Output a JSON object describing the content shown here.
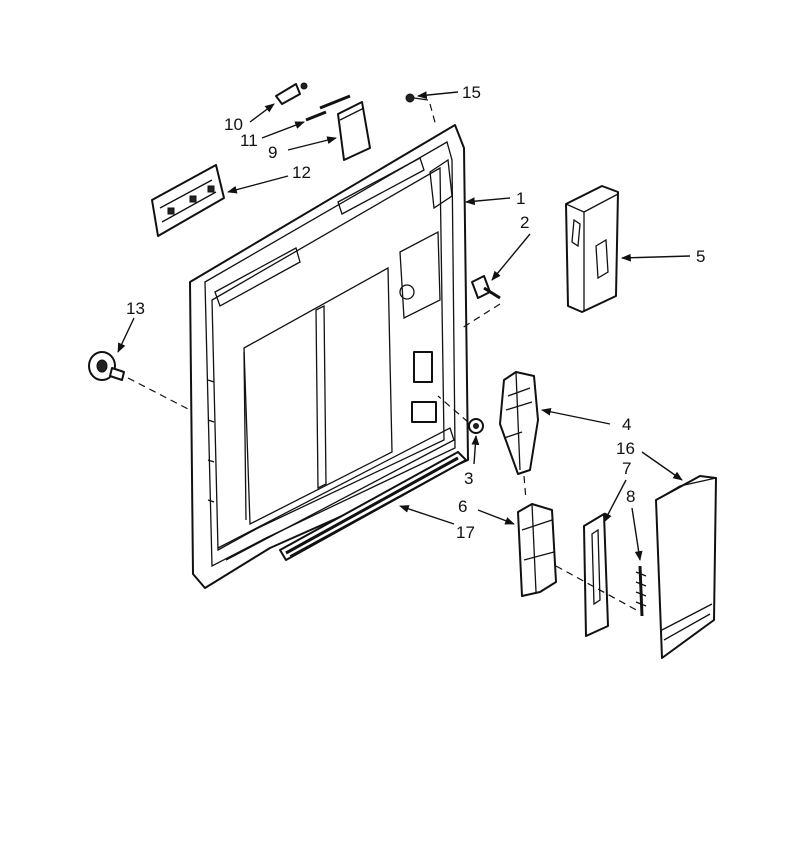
{
  "callouts": [
    {
      "id": "1",
      "text": "1"
    },
    {
      "id": "2",
      "text": "2"
    },
    {
      "id": "3",
      "text": "3"
    },
    {
      "id": "4",
      "text": "4"
    },
    {
      "id": "5",
      "text": "5"
    },
    {
      "id": "6",
      "text": "6"
    },
    {
      "id": "7",
      "text": "7"
    },
    {
      "id": "8",
      "text": "8"
    },
    {
      "id": "9",
      "text": "9"
    },
    {
      "id": "10",
      "text": "10"
    },
    {
      "id": "11",
      "text": "11"
    },
    {
      "id": "12",
      "text": "12"
    },
    {
      "id": "13",
      "text": "13"
    },
    {
      "id": "15",
      "text": "15"
    },
    {
      "id": "16",
      "text": "16"
    },
    {
      "id": "17",
      "text": "17"
    }
  ],
  "colors": {
    "line": "#111111",
    "background": "#ffffff"
  }
}
